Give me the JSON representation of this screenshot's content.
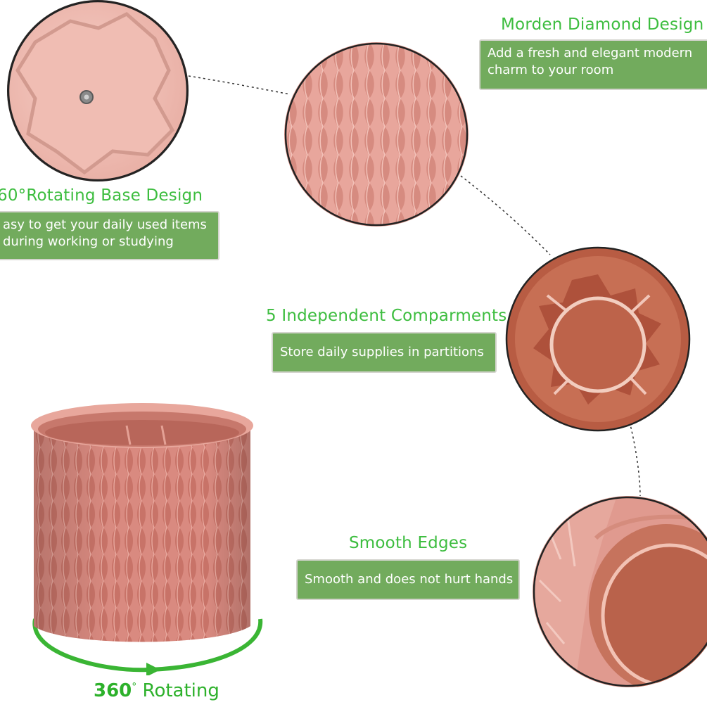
{
  "features": {
    "rotating_base": {
      "title": "60°Rotating Base Design",
      "desc_line1": "asy to get your daily used items",
      "desc_line2": "during working or studying"
    },
    "diamond": {
      "title": "Morden Diamond Design",
      "desc_line1": "Add a fresh and elegant modern",
      "desc_line2": "charm to  your room"
    },
    "compartments": {
      "title": "5 Independent Comparments",
      "desc": "Store daily supplies in partitions"
    },
    "edges": {
      "title": "Smooth Edges",
      "desc": "Smooth and does not hurt hands"
    }
  },
  "rotating_label": {
    "number": "360",
    "degree": "°",
    "word": "Rotating"
  },
  "colors": {
    "heading_green": "#3dbd3f",
    "tag_green": "#72ab5d",
    "product_pink": "#d98a80",
    "interior_terracotta": "#b85c43"
  }
}
